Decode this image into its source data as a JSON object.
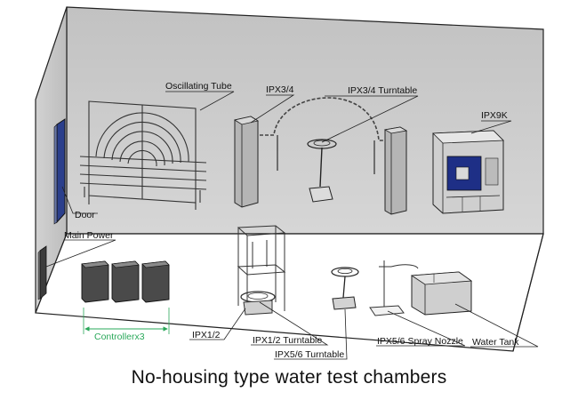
{
  "labels": {
    "oscillating_tube": "Oscillating Tube",
    "ipx34": "IPX3/4",
    "ipx34_turntable": "IPX3/4 Turntable",
    "ipx9k": "IPX9K",
    "door": "Door",
    "main_power": "Main Power",
    "controller": "Controllerx3",
    "ipx12": "IPX1/2",
    "ipx12_turntable": "IPX1/2 Turntable",
    "ipx56_turntable": "IPX5/6 Turntable",
    "ipx56_spray_nozzle": "IPX5/6 Spray Nozzle",
    "water_tank": "Water Tank"
  },
  "caption": "No-housing type water test chambers",
  "colors": {
    "wall": "#c9c9c9",
    "floor": "#ffffff",
    "door": "#2b3f8c",
    "accent_green": "#2aa85a"
  }
}
